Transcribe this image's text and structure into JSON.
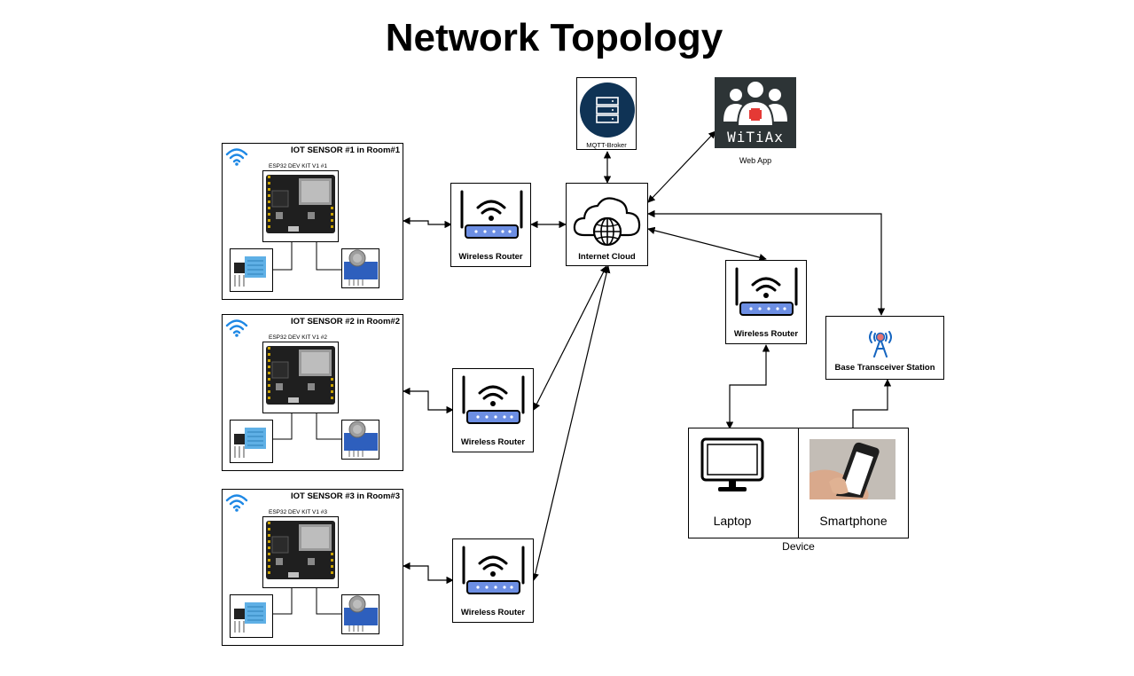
{
  "title": "Network Topology",
  "sensors": [
    {
      "title": "IOT SENSOR #1 in Room#1",
      "board": "ESP32 DEV KIT V1 #1"
    },
    {
      "title": "IOT SENSOR #2 in Room#2",
      "board": "ESP32 DEV KIT V1 #2"
    },
    {
      "title": "IOT SENSOR #3 in Room#3",
      "board": "ESP32 DEV KIT V1 #3"
    }
  ],
  "routers": {
    "r1": "Wireless Router",
    "r2": "Wireless Router",
    "r3": "Wireless Router",
    "r4": "Wireless Router"
  },
  "cloud": "Internet Cloud",
  "broker": "MQTT-Broker",
  "webapp": {
    "logo_text": "WiTiAx",
    "caption": "Web App"
  },
  "bts": "Base Transceiver Station",
  "devices": {
    "laptop": "Laptop",
    "smartphone": "Smartphone",
    "group": "Device"
  },
  "colors": {
    "router_blue": "#6c8ee3",
    "broker_navy": "#0f3355",
    "webapp_bg": "#2d3436",
    "cross_red": "#e53935",
    "wifi_blue": "#1e88e5"
  }
}
